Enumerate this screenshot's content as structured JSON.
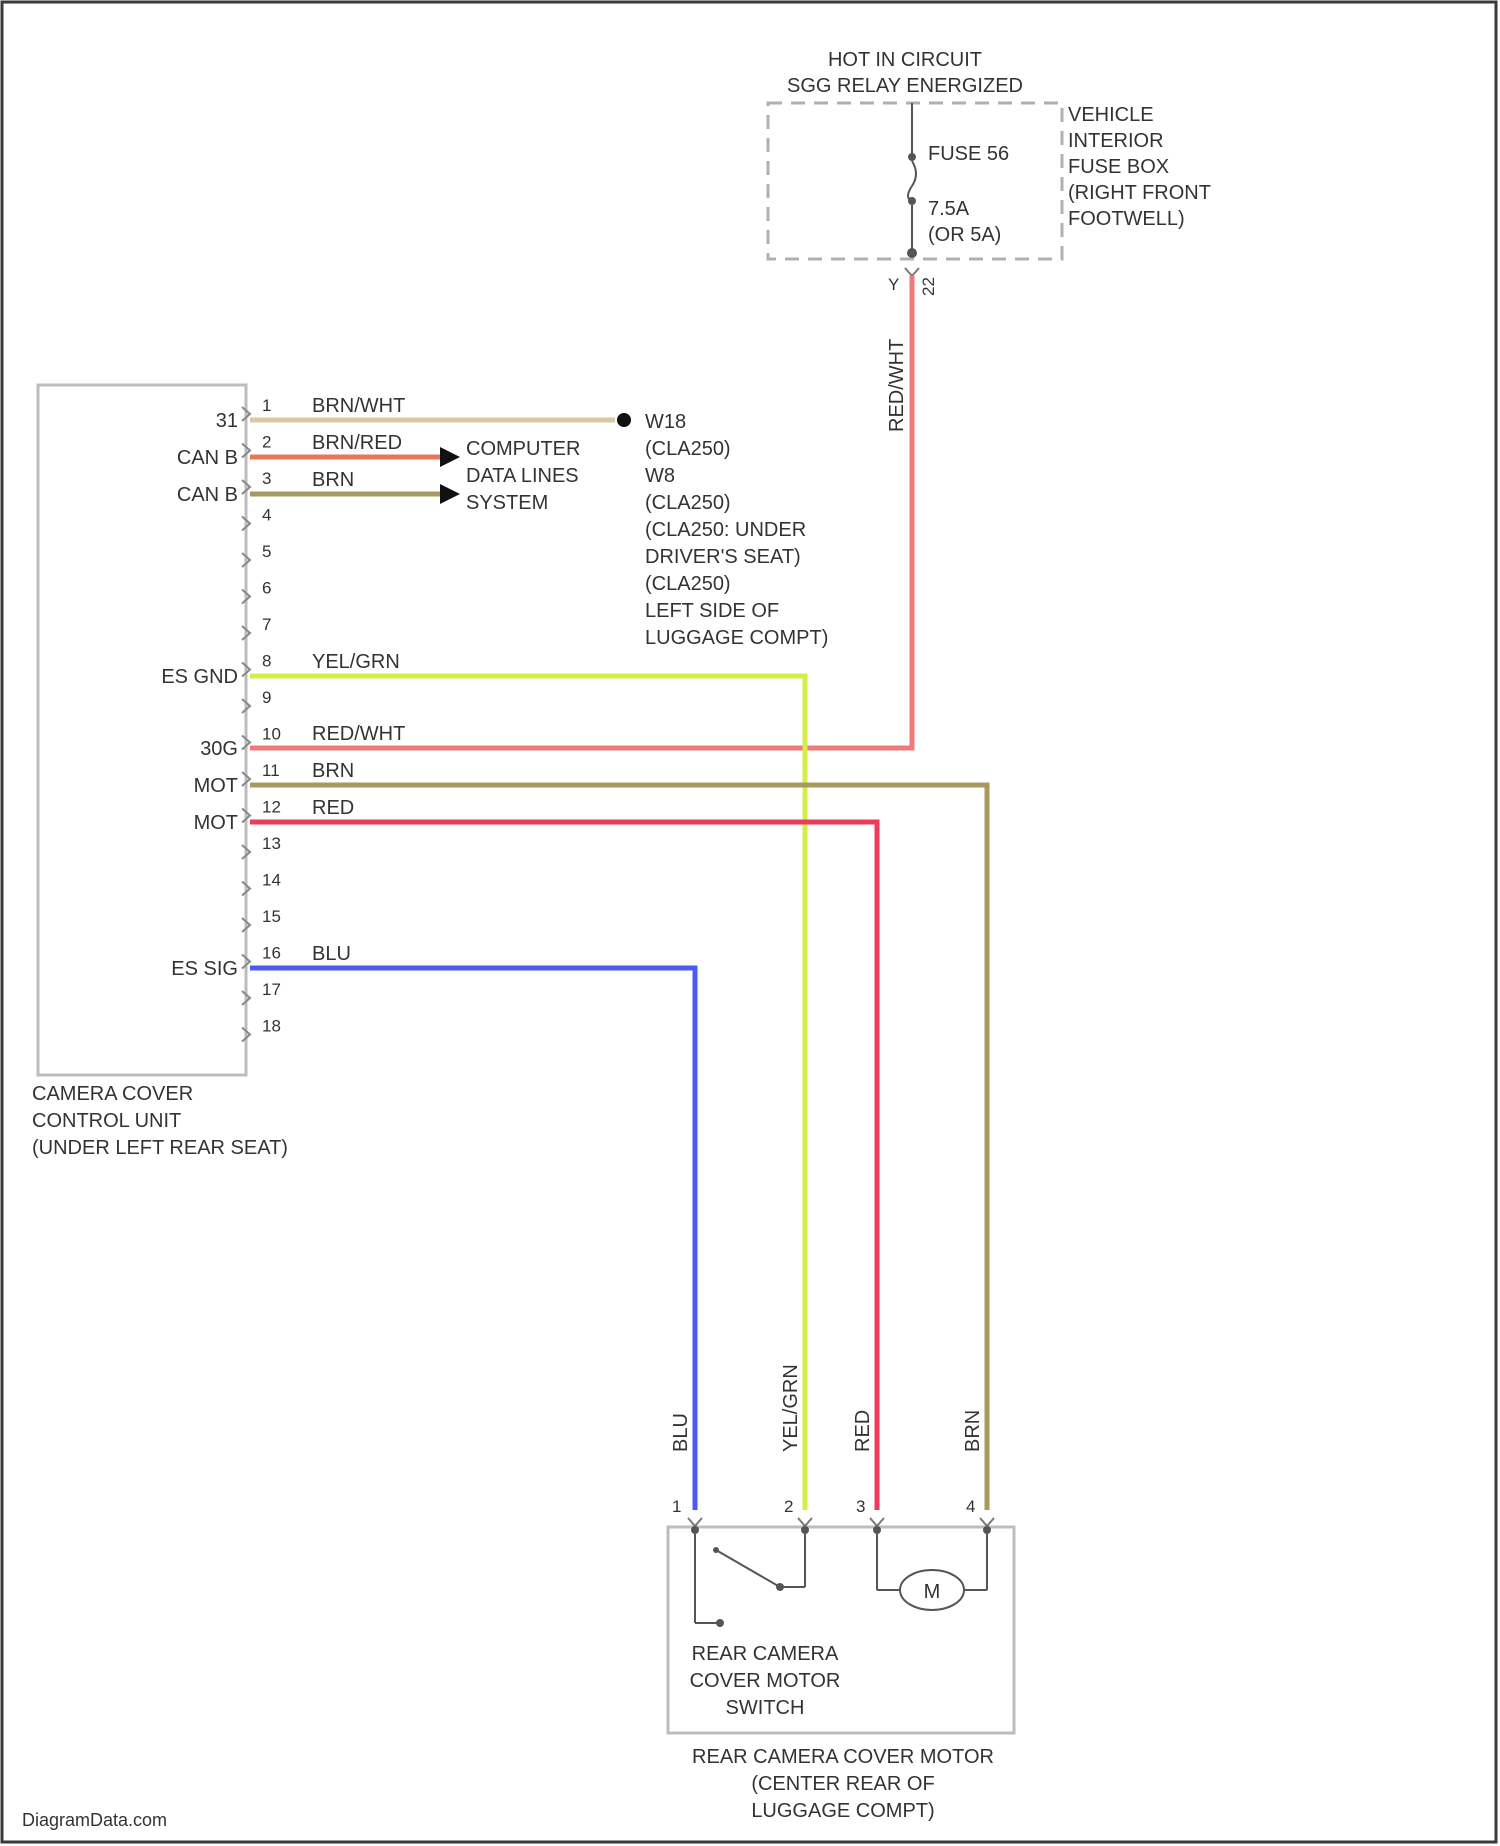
{
  "colors": {
    "brn_wht": "#d9caa3",
    "brn_red": "#e8745a",
    "brn": "#a89a5e",
    "yel_grn": "#d6ec4a",
    "red_wht": "#f07a7a",
    "red": "#ee3b5b",
    "blu": "#4a5cf0",
    "outline": "#bdbdbd",
    "text": "#333333"
  },
  "fuse_box": {
    "hot_lines": [
      "HOT IN CIRCUIT",
      "SGG RELAY ENERGIZED"
    ],
    "fuse_name": "FUSE 56",
    "fuse_rating": [
      "7.5A",
      "(OR 5A)"
    ],
    "location": [
      "VEHICLE",
      "INTERIOR",
      "FUSE BOX",
      "(RIGHT FRONT",
      "FOOTWELL)"
    ],
    "pin_a": "Y",
    "pin_b": "22"
  },
  "riser_label": "RED/WHT",
  "control_unit": {
    "caption": [
      "CAMERA COVER",
      "CONTROL UNIT",
      "(UNDER LEFT REAR SEAT)"
    ],
    "pins": [
      "1",
      "2",
      "3",
      "4",
      "5",
      "6",
      "7",
      "8",
      "9",
      "10",
      "11",
      "12",
      "13",
      "14",
      "15",
      "16",
      "17",
      "18"
    ],
    "functions": {
      "p1": "31",
      "p2": "CAN B",
      "p3": "CAN B",
      "p8": "ES GND",
      "p10": "30G",
      "p11": "MOT",
      "p12": "MOT",
      "p16": "ES SIG"
    }
  },
  "wires": {
    "p1": "BRN/WHT",
    "p2": "BRN/RED",
    "p3": "BRN",
    "p8": "YEL/GRN",
    "p10": "RED/WHT",
    "p11": "BRN",
    "p12": "RED",
    "p16": "BLU"
  },
  "ground_note": [
    "W18",
    "(CLA250)",
    "W8",
    "(CLA250)",
    "(CLA250: UNDER",
    "DRIVER'S SEAT)",
    "(CLA250)",
    "LEFT SIDE OF",
    "LUGGAGE COMPT)"
  ],
  "data_lines": [
    "COMPUTER",
    "DATA LINES",
    "SYSTEM"
  ],
  "motor": {
    "wire_labels": [
      "BLU",
      "YEL/GRN",
      "RED",
      "BRN"
    ],
    "pins": [
      "1",
      "2",
      "3",
      "4"
    ],
    "switch_label": [
      "REAR CAMERA",
      "COVER MOTOR",
      "SWITCH"
    ],
    "motor_symbol": "M",
    "caption": [
      "REAR CAMERA COVER MOTOR",
      "(CENTER REAR OF",
      "LUGGAGE COMPT)"
    ]
  },
  "watermark": "DiagramData.com"
}
